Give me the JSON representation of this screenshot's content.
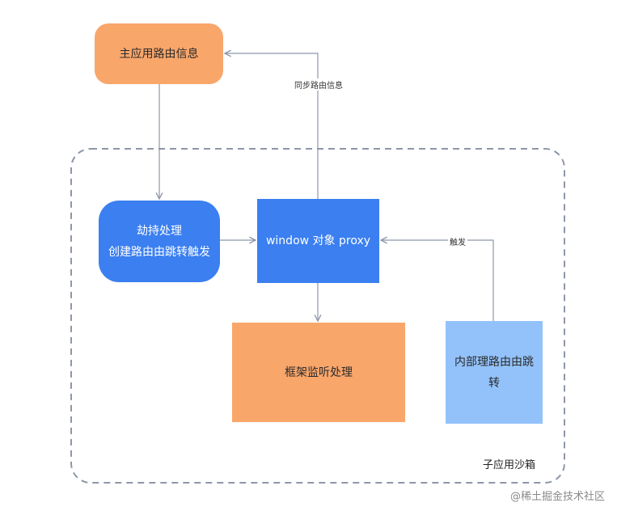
{
  "nodes": {
    "main_route_info": {
      "lines": [
        "主应用路由信息"
      ]
    },
    "hijack": {
      "lines": [
        "劫持处理",
        "创建路由由跳转触发"
      ]
    },
    "window_proxy": {
      "lines": [
        "window 对象 proxy"
      ]
    },
    "framework_listen": {
      "lines": [
        "框架监听处理"
      ]
    },
    "inner_route": {
      "lines": [
        "内部理路由由跳",
        "转"
      ]
    }
  },
  "edges": {
    "sync_label": "同步路由信息",
    "trigger_label": "触发"
  },
  "sandbox": {
    "label": "子应用沙箱"
  },
  "watermark": "@稀土掘金技术社区",
  "colors": {
    "orange": "#f9a66b",
    "blue": "#3b7ff0",
    "light_blue": "#93c2fb",
    "edge": "#8e97a8",
    "sandbox_border": "#8e97a8"
  }
}
